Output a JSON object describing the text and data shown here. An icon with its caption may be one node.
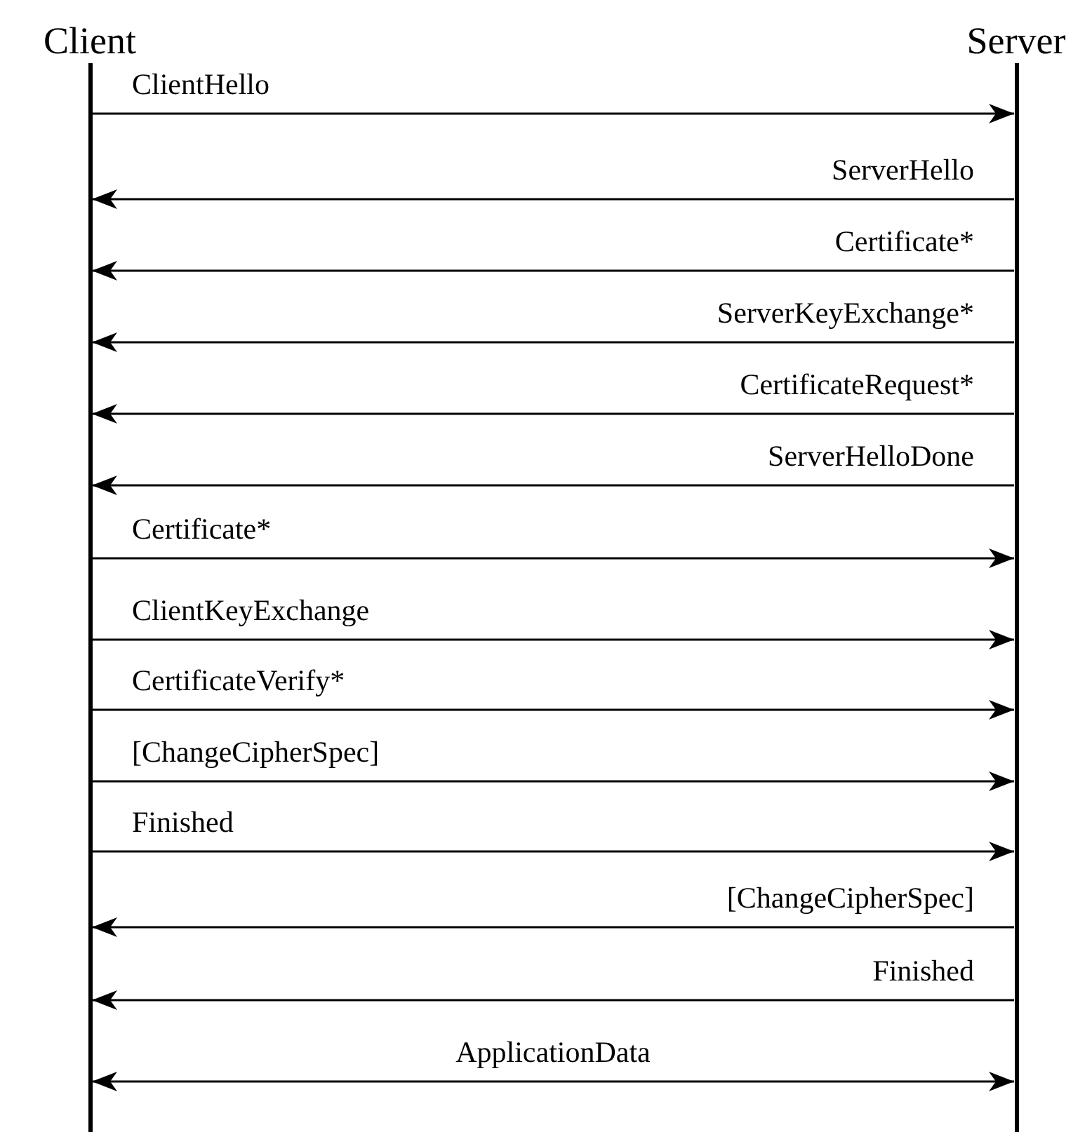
{
  "diagram": {
    "nodes": [
      {
        "text": [
          "Client"
        ]
      },
      {
        "text": [
          "Server"
        ]
      }
    ],
    "edges": [
      {
        "from": 0,
        "to": 1,
        "arrow": "to",
        "label": "ClientHello"
      },
      {
        "from": 1,
        "to": 0,
        "arrow": "to",
        "label": "ServerHello"
      },
      {
        "from": 1,
        "to": 0,
        "arrow": "to",
        "label": "Certificate*"
      },
      {
        "from": 1,
        "to": 0,
        "arrow": "to",
        "label": "ServerKeyExchange*"
      },
      {
        "from": 1,
        "to": 0,
        "arrow": "to",
        "label": "CertificateRequest*"
      },
      {
        "from": 1,
        "to": 0,
        "arrow": "to",
        "label": "ServerHelloDone"
      },
      {
        "from": 0,
        "to": 1,
        "arrow": "to",
        "label": "Certificate*"
      },
      {
        "from": 0,
        "to": 1,
        "arrow": "to",
        "label": "ClientKeyExchange"
      },
      {
        "from": 0,
        "to": 1,
        "arrow": "to",
        "label": "CertificateVerify*"
      },
      {
        "from": 0,
        "to": 1,
        "arrow": "to",
        "label": "[ChangeCipherSpec]"
      },
      {
        "from": 0,
        "to": 1,
        "arrow": "to",
        "label": "Finished"
      },
      {
        "from": 1,
        "to": 0,
        "arrow": "to",
        "label": "[ChangeCipherSpec]"
      },
      {
        "from": 1,
        "to": 0,
        "arrow": "to",
        "label": "Finished"
      },
      {
        "from": 0,
        "to": 1,
        "arrow": "both",
        "label": "ApplicationData"
      }
    ]
  }
}
